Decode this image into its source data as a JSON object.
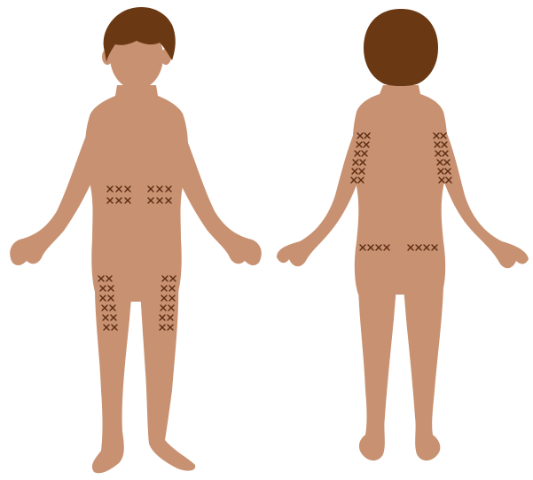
{
  "figure": {
    "views": [
      "front",
      "back"
    ]
  },
  "colors": {
    "skin": "#c89272",
    "hair": "#6a3914",
    "mark": "#5a2a12",
    "background": "#ffffff"
  },
  "injection_sites": {
    "front": {
      "abdomen_left": {
        "rows": 2,
        "cols": 3
      },
      "abdomen_right": {
        "rows": 2,
        "cols": 3
      },
      "thigh_left": {
        "rows": 6,
        "cols": 2
      },
      "thigh_right": {
        "rows": 6,
        "cols": 2
      }
    },
    "back": {
      "upper_arm_left": {
        "rows": 6,
        "cols": 2
      },
      "upper_arm_right": {
        "rows": 6,
        "cols": 2
      },
      "buttock_left": {
        "rows": 1,
        "cols": 4
      },
      "buttock_right": {
        "rows": 1,
        "cols": 4
      }
    }
  }
}
